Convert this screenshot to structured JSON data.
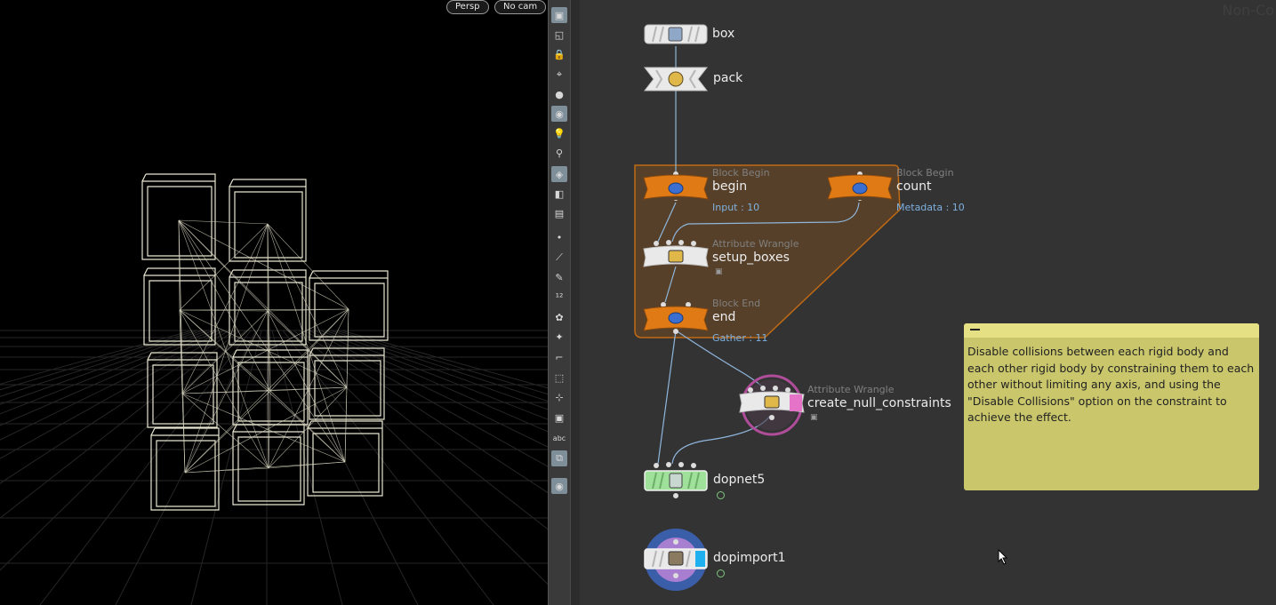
{
  "viewport": {
    "persp_label": "Persp",
    "cam_label": "No cam"
  },
  "network": {
    "watermark": "Non-Co",
    "nodes": {
      "box": {
        "name": "box"
      },
      "pack": {
        "name": "pack"
      },
      "begin": {
        "type": "Block Begin",
        "name": "begin",
        "info": "Input : 10"
      },
      "count": {
        "type": "Block Begin",
        "name": "count",
        "info": "Metadata : 10"
      },
      "setup_boxes": {
        "type": "Attribute Wrangle",
        "name": "setup_boxes"
      },
      "end": {
        "type": "Block End",
        "name": "end",
        "info": "Gather : 11"
      },
      "create_null_constraints": {
        "type": "Attribute Wrangle",
        "name": "create_null_constraints"
      },
      "dopnet5": {
        "name": "dopnet5"
      },
      "dopimport1": {
        "name": "dopimport1"
      }
    },
    "sticky_note": {
      "text": "Disable collisions between each rigid body and\neach other rigid body by constraining them to each\nother without limiting any axis, and using the\n\"Disable Collisions\" option on the constraint to\nachieve the effect."
    }
  },
  "toolbar": {
    "icons": [
      "select-icon",
      "view-icon",
      "lock-icon",
      "pin-icon",
      "sphere-icon",
      "handle-icon",
      "light-icon",
      "camera-icon",
      "snap-icon",
      "grid-icon",
      "group-icon",
      "point-icon",
      "brush-icon",
      "edit-icon",
      "number-icon",
      "paint-icon",
      "stamp-icon",
      "corner-icon",
      "bbox-icon",
      "pivot-icon",
      "frame-icon",
      "abc-icon",
      "display-icon",
      "marker-icon"
    ],
    "abc_label": "abc"
  },
  "colors": {
    "network_bg": "#333333",
    "block_fill": "#5a4128",
    "block_border": "#c06a14",
    "block_node": "#e07a14",
    "wire": "#8fb6dc",
    "note_bg": "#c9c66b",
    "dopnet": "#9fe09a",
    "dopimport_ring": "#3b5ea8"
  }
}
